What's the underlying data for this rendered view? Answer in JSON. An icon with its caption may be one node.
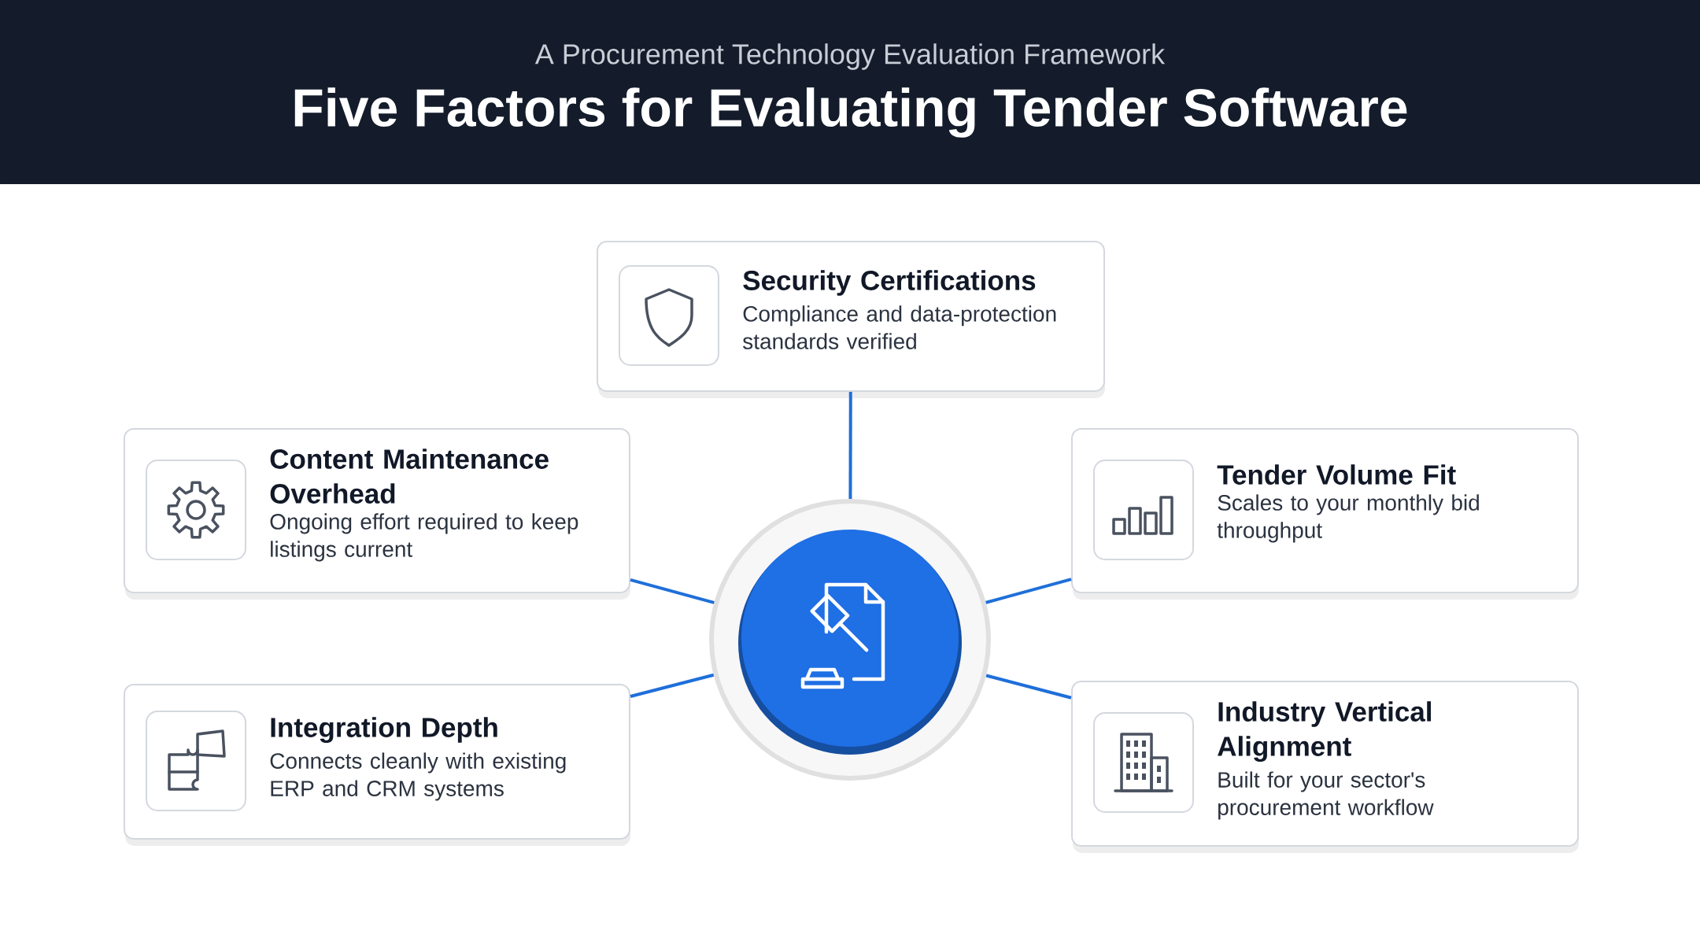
{
  "diagram": {
    "title": "Five Factors for Evaluating Tender Software",
    "nodes": [
      {
        "text": [
          "Security Certifications",
          "Compliance and data-protection standards verified"
        ]
      },
      {
        "text": [
          "Content Maintenance Overhead",
          "Ongoing effort required to keep listings current"
        ]
      },
      {
        "text": [],
        "shape": "circle"
      },
      {
        "text": [
          "Tender Volume Fit",
          "Scales to your monthly bid throughput"
        ]
      },
      {
        "text": [
          "Integration Depth",
          "Connects cleanly with existing ERP and CRM systems"
        ]
      },
      {
        "text": [
          "Industry Vertical Alignment",
          "Built for your sector's procurement workflow"
        ]
      }
    ],
    "edges": [
      {
        "from": 2,
        "to": 0,
        "arrow": "none"
      },
      {
        "from": 2,
        "to": 1,
        "arrow": "none"
      },
      {
        "from": 2,
        "to": 3,
        "arrow": "none"
      },
      {
        "from": 2,
        "to": 4,
        "arrow": "none"
      },
      {
        "from": 2,
        "to": 5,
        "arrow": "none"
      }
    ],
    "labels": [
      "A Procurement Technology Evaluation Framework"
    ]
  }
}
